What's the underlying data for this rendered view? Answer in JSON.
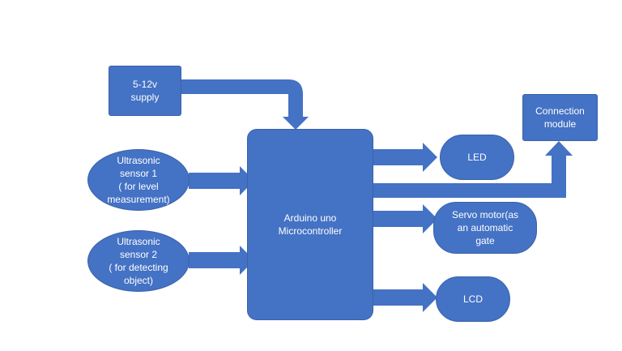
{
  "colors": {
    "block": "#4472c4",
    "block_border": "#3a62a8",
    "text": "#ffffff",
    "background": "#ffffff"
  },
  "nodes": {
    "supply": "5-12v\nsupply",
    "sensor1": "Ultrasonic\nsensor 1\n( for level\nmeasurement)",
    "sensor2": "Ultrasonic\nsensor 2\n( for detecting\nobject)",
    "arduino": "Arduino uno\nMicrocontroller",
    "led": "LED",
    "servo": "Servo motor(as\nan automatic\ngate",
    "lcd": "LCD",
    "connection": "Connection\nmodule"
  }
}
